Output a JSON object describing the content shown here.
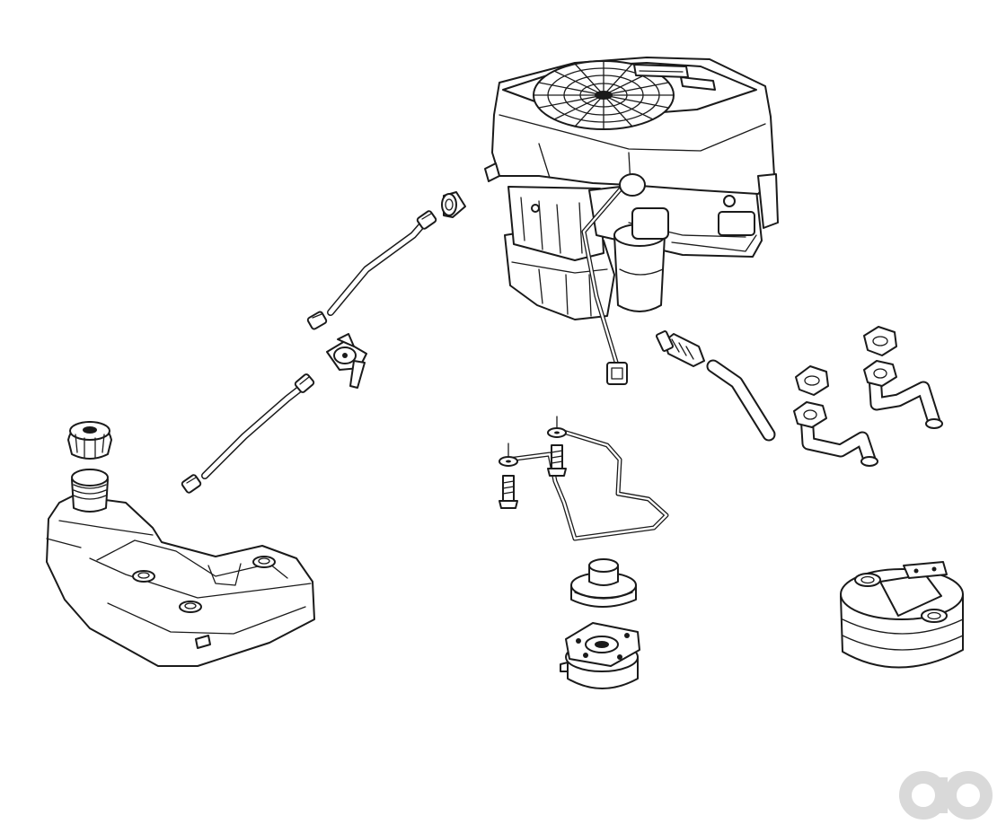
{
  "diagram": {
    "type": "exploded-parts-view",
    "line_color": "#1a1a1a",
    "background": "#ffffff",
    "watermark_color": "#d9d9d9",
    "parts": [
      {
        "id": "engine",
        "icon": "engine-icon"
      },
      {
        "id": "fuel-filter",
        "icon": "fuel-filter-icon"
      },
      {
        "id": "upper-fuel-hose",
        "icon": "hose-icon"
      },
      {
        "id": "fuel-shutoff-valve",
        "icon": "valve-icon"
      },
      {
        "id": "lower-fuel-hose",
        "icon": "hose-icon"
      },
      {
        "id": "fuel-cap",
        "icon": "cap-icon"
      },
      {
        "id": "fuel-tank",
        "icon": "fuel-tank-icon"
      },
      {
        "id": "fuel-pump",
        "icon": "fuel-pump-icon"
      },
      {
        "id": "vent-hose",
        "icon": "hose-icon"
      },
      {
        "id": "exhaust-pipes-with-gaskets",
        "icon": "exhaust-pipe-icon"
      },
      {
        "id": "engine-bracket-rod",
        "icon": "bracket-icon"
      },
      {
        "id": "bolts-and-washers",
        "icon": "bolt-icon"
      },
      {
        "id": "pulley",
        "icon": "pulley-icon"
      },
      {
        "id": "electric-pto-clutch",
        "icon": "clutch-icon"
      },
      {
        "id": "muffler",
        "icon": "muffler-icon"
      }
    ]
  }
}
